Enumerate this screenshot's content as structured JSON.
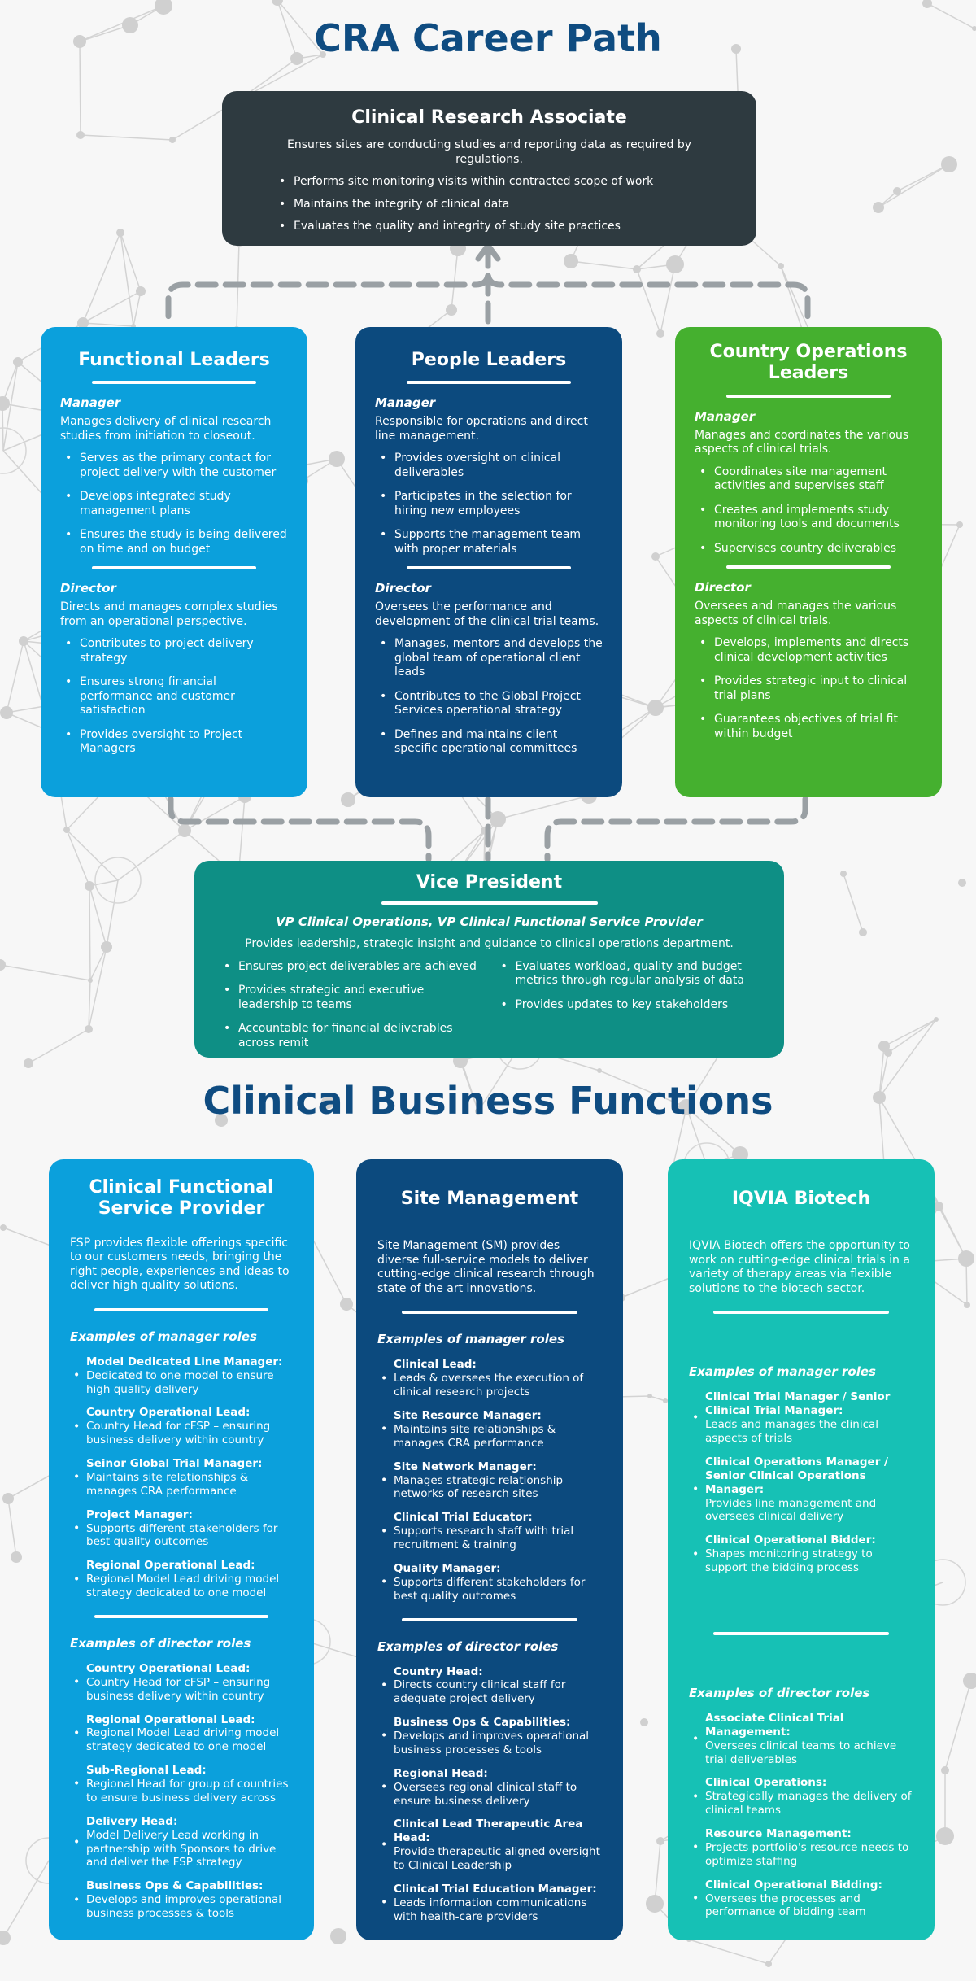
{
  "titles": {
    "top": "CRA Career Path",
    "mid": "Clinical Business Functions"
  },
  "colors": {
    "title": "#0f4c81",
    "cra": "#2e3a40",
    "functional": "#0ba0dc",
    "people": "#0c4a7e",
    "country": "#45b02f",
    "vp": "#0e8f85",
    "biotech": "#16c1b5",
    "connector": "#9aa0a4"
  },
  "cra": {
    "title": "Clinical Research Associate",
    "description": "Ensures sites are conducting studies and reporting data as required by regulations.",
    "bullets": [
      "Performs site monitoring visits within contracted scope of work",
      "Maintains the integrity of clinical data",
      "Evaluates the quality and integrity of study site practices"
    ]
  },
  "functional_leaders": {
    "title": "Functional Leaders",
    "manager": {
      "label": "Manager",
      "description": "Manages delivery of clinical research studies from initiation to closeout.",
      "bullets": [
        "Serves as the primary contact for project delivery with the customer",
        "Develops integrated study management plans",
        "Ensures the study is being delivered on time and on budget"
      ]
    },
    "director": {
      "label": "Director",
      "description": "Directs and manages complex studies from an operational perspective.",
      "bullets": [
        "Contributes to project delivery strategy",
        "Ensures strong financial performance and customer satisfaction",
        "Provides oversight to Project Managers"
      ]
    }
  },
  "people_leaders": {
    "title": "People Leaders",
    "manager": {
      "label": "Manager",
      "description": "Responsible for operations and direct line management.",
      "bullets": [
        "Provides oversight on clinical deliverables",
        "Participates in the selection for hiring new employees",
        "Supports the management team with proper materials"
      ]
    },
    "director": {
      "label": "Director",
      "description": "Oversees the performance and development of the clinical trial teams.",
      "bullets": [
        "Manages, mentors and develops the global team of operational client leads",
        "Contributes to the Global Project Services operational strategy",
        "Defines and maintains client specific operational committees"
      ]
    }
  },
  "country_leaders": {
    "title": "Country Operations Leaders",
    "manager": {
      "label": "Manager",
      "description": "Manages and coordinates the various aspects of clinical trials.",
      "bullets": [
        "Coordinates site management activities and supervises staff",
        "Creates and implements study monitoring tools and documents",
        "Supervises country deliverables"
      ]
    },
    "director": {
      "label": "Director",
      "description": "Oversees and manages the various aspects of clinical trials.",
      "bullets": [
        "Develops, implements and directs clinical development activities",
        "Provides strategic input to clinical trial plans",
        "Guarantees objectives of trial fit within budget"
      ]
    }
  },
  "vp": {
    "title": "Vice President",
    "subtitle": "VP Clinical Operations, VP Clinical Functional Service Provider",
    "description": "Provides leadership, strategic insight and guidance to clinical operations department.",
    "left_bullets": [
      "Ensures project deliverables are achieved",
      "Provides strategic and executive leadership to teams",
      "Accountable for financial deliverables across remit"
    ],
    "right_bullets": [
      "Evaluates workload, quality and budget metrics through regular analysis of data",
      "Provides updates to key stakeholders"
    ]
  },
  "cfsp": {
    "title": "Clinical Functional Service Provider",
    "description": "FSP provides flexible offerings specific to our customers needs, bringing the right people, experiences and ideas to deliver high quality solutions.",
    "manager_label": "Examples of manager roles",
    "manager_roles": [
      {
        "title": "Model Dedicated Line Manager:",
        "desc": "Dedicated to one model to ensure high quality delivery"
      },
      {
        "title": "Country Operational Lead:",
        "desc": "Country Head for cFSP – ensuring business delivery within country"
      },
      {
        "title": "Seinor Global Trial Manager:",
        "desc": "Maintains site relationships & manages CRA performance"
      },
      {
        "title": "Project Manager:",
        "desc": "Supports different stakeholders for best quality outcomes"
      },
      {
        "title": "Regional Operational Lead:",
        "desc": "Regional Model Lead driving model strategy dedicated to one model"
      }
    ],
    "director_label": "Examples of director roles",
    "director_roles": [
      {
        "title": "Country Operational Lead:",
        "desc": "Country Head for cFSP – ensuring business delivery within country"
      },
      {
        "title": "Regional Operational Lead:",
        "desc": "Regional Model Lead driving model strategy dedicated to one model"
      },
      {
        "title": "Sub-Regional Lead:",
        "desc": "Regional Head for group of countries to ensure business delivery across"
      },
      {
        "title": "Delivery Head:",
        "desc": "Model Delivery Lead working in partnership with Sponsors to drive and deliver the FSP strategy"
      },
      {
        "title": "Business Ops & Capabilities:",
        "desc": "Develops and improves operational business processes & tools"
      }
    ]
  },
  "site_management": {
    "title": "Site Management",
    "description": "Site Management (SM) provides diverse full-service models to deliver cutting-edge clinical research through state of the art innovations.",
    "manager_label": "Examples of manager roles",
    "manager_roles": [
      {
        "title": "Clinical Lead:",
        "desc": "Leads & oversees the execution of clinical research projects"
      },
      {
        "title": "Site Resource Manager:",
        "desc": "Maintains site relationships & manages CRA performance"
      },
      {
        "title": "Site Network Manager:",
        "desc": "Manages strategic relationship networks of research sites"
      },
      {
        "title": "Clinical Trial Educator:",
        "desc": "Supports research staff with trial recruitment & training"
      },
      {
        "title": "Quality Manager:",
        "desc": "Supports different stakeholders for best quality outcomes"
      }
    ],
    "director_label": "Examples of director roles",
    "director_roles": [
      {
        "title": "Country Head:",
        "desc": "Directs country clinical staff for adequate project delivery"
      },
      {
        "title": "Business Ops & Capabilities:",
        "desc": "Develops and improves operational business processes & tools"
      },
      {
        "title": "Regional Head:",
        "desc": "Oversees regional clinical staff to ensure business delivery"
      },
      {
        "title": "Clinical Lead Therapeutic Area Head:",
        "desc": "Provide therapeutic aligned oversight to Clinical Leadership"
      },
      {
        "title": "Clinical Trial Education Manager:",
        "desc": "Leads information communications with health-care providers"
      }
    ]
  },
  "iqvia_biotech": {
    "title": "IQVIA Biotech",
    "description": "IQVIA Biotech offers the opportunity to work on cutting-edge clinical trials in a variety of therapy areas via flexible solutions to the biotech sector.",
    "manager_label": "Examples of manager roles",
    "manager_roles": [
      {
        "title": "Clinical Trial Manager / Senior Clinical Trial Manager:",
        "desc": "Leads and manages the clinical aspects of trials"
      },
      {
        "title": "Clinical Operations Manager / Senior Clinical Operations Manager:",
        "desc": "Provides line management and oversees clinical delivery"
      },
      {
        "title": "Clinical Operational Bidder:",
        "desc": "Shapes monitoring strategy to support the bidding process"
      }
    ],
    "director_label": "Examples of director roles",
    "director_roles": [
      {
        "title": "Associate Clinical Trial Management:",
        "desc": "Oversees clinical teams to achieve trial deliverables"
      },
      {
        "title": "Clinical Operations:",
        "desc": "Strategically manages the delivery of clinical teams"
      },
      {
        "title": "Resource Management:",
        "desc": "Projects portfolio's resource needs to optimize staffing"
      },
      {
        "title": "Clinical Operational Bidding:",
        "desc": "Oversees the processes and performance of bidding team"
      }
    ]
  }
}
